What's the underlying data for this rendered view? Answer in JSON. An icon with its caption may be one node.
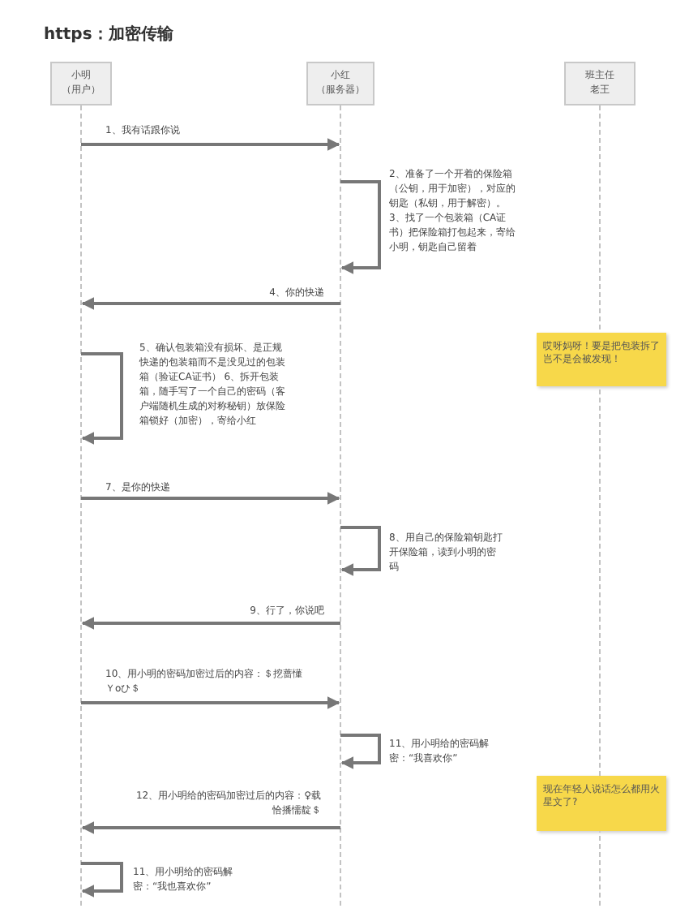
{
  "diagram": {
    "title": "https：加密传输",
    "nodes": [
      {
        "text": [
          "小明（用户）"
        ]
      },
      {
        "text": [
          "小红（服务器）"
        ]
      },
      {
        "text": [
          "班主任老王"
        ]
      },
      {
        "text": [
          "哎呀妈呀！要是把包装拆了岂不是会被发现！"
        ]
      },
      {
        "text": [
          "现在年轻人说话怎么都用火星文了?"
        ]
      }
    ],
    "edges": [
      {
        "from": 0,
        "to": 1,
        "arrow": "to",
        "label": "1、我有话跟你说"
      },
      {
        "from": 1,
        "to": 1,
        "arrow": "to",
        "label": "2、准备了一个开着的保险箱（公钥，用于加密），对应的钥匙（私钥，用于解密）。 3、找了一个包装箱（CA证书）把保险箱打包起来，寄给小明，钥匙自己留着"
      },
      {
        "from": 1,
        "to": 0,
        "arrow": "to",
        "label": "4、你的快递"
      },
      {
        "from": 0,
        "to": 0,
        "arrow": "to",
        "label": "5、确认包装箱没有损坏、是正规快递的包装箱而不是没见过的包装箱（验证CA证书） 6、拆开包装箱，随手写了一个自己的密码（客户端随机生成的对称秘钥）放保险箱锁好（加密），寄给小红"
      },
      {
        "from": 0,
        "to": 1,
        "arrow": "to",
        "label": "7、是你的快递"
      },
      {
        "from": 1,
        "to": 1,
        "arrow": "to",
        "label": "8、用自己的保险箱钥匙打开保险箱，读到小明的密码"
      },
      {
        "from": 1,
        "to": 0,
        "arrow": "to",
        "label": "9、行了，你说吧"
      },
      {
        "from": 0,
        "to": 1,
        "arrow": "to",
        "label": "10、用小明的密码加密过后的内容：＄挖蔷懂Ｙoひ＄"
      },
      {
        "from": 1,
        "to": 1,
        "arrow": "to",
        "label": "11、用小明给的密码解密：“我喜欢你”"
      },
      {
        "from": 1,
        "to": 0,
        "arrow": "to",
        "label": "12、用小明给的密码加密过后的内容：♀载恰播懦靛＄"
      },
      {
        "from": 0,
        "to": 0,
        "arrow": "to",
        "label": "11、用小明给的密码解密：“我也喜欢你”"
      }
    ]
  }
}
